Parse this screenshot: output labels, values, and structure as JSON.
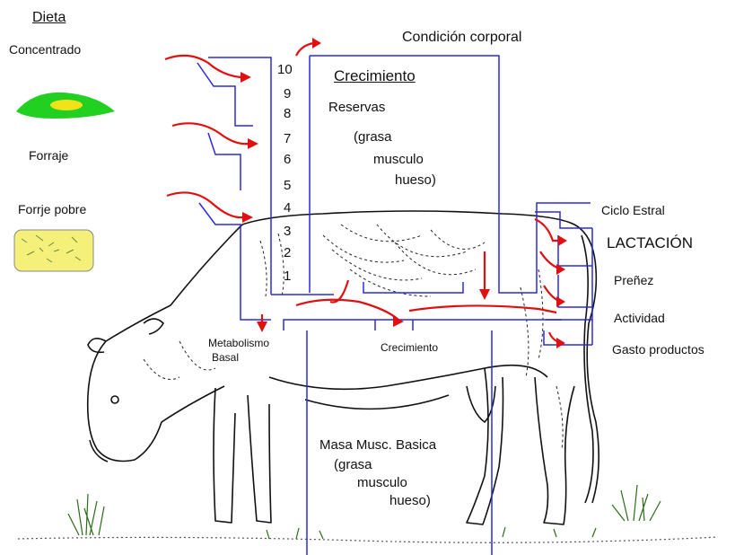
{
  "diet": {
    "title": "Dieta",
    "items": [
      "Concentrado",
      "Forraje",
      "Forrje pobre"
    ]
  },
  "condition": {
    "title": "Condición corporal",
    "scale": [
      "10",
      "9",
      "8",
      "7",
      "6",
      "5",
      "4",
      "3",
      "2",
      "1"
    ]
  },
  "growth_box": {
    "title": "Crecimiento",
    "line1": "Reservas",
    "line2": "(grasa",
    "line3": "musculo",
    "line4": "hueso)"
  },
  "flows": {
    "basal": "Metabolismo",
    "basal2": "Basal",
    "growth": "Crecimiento"
  },
  "base_box": {
    "line1": "Masa Musc. Basica",
    "line2": "(grasa",
    "line3": "musculo",
    "line4": "hueso)"
  },
  "outputs": [
    "Ciclo  Estral",
    "LACTACIÓN",
    "Preñez",
    "Actividad",
    "Gasto productos"
  ],
  "colors": {
    "box_lines": "#2a2ae0",
    "arrows": "#e01010",
    "concentrate_green": "#22d022",
    "concentrate_yellow": "#f2e21a",
    "hay_yellow": "#f5f07a"
  }
}
